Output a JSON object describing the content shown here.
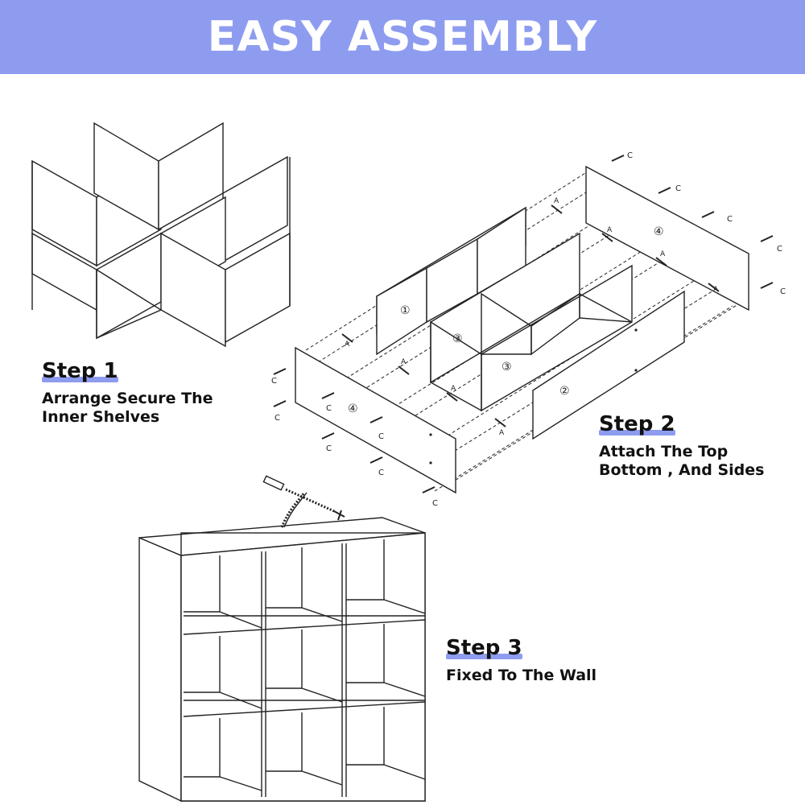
{
  "header": {
    "title": "EASY ASSEMBLY",
    "background": "#8e9cf0"
  },
  "steps": [
    {
      "title": "Step 1",
      "desc": "Arrange Secure The\nInner Shelves"
    },
    {
      "title": "Step 2",
      "desc": "Attach The Top\nBottom , And Sides"
    },
    {
      "title": "Step 3",
      "desc": "Fixed To The Wall"
    }
  ],
  "diagram_labels": {
    "part_1": "①",
    "part_2": "②",
    "part_3": "③",
    "part_4": "④",
    "connector_a": "A",
    "connector_c": "C"
  }
}
